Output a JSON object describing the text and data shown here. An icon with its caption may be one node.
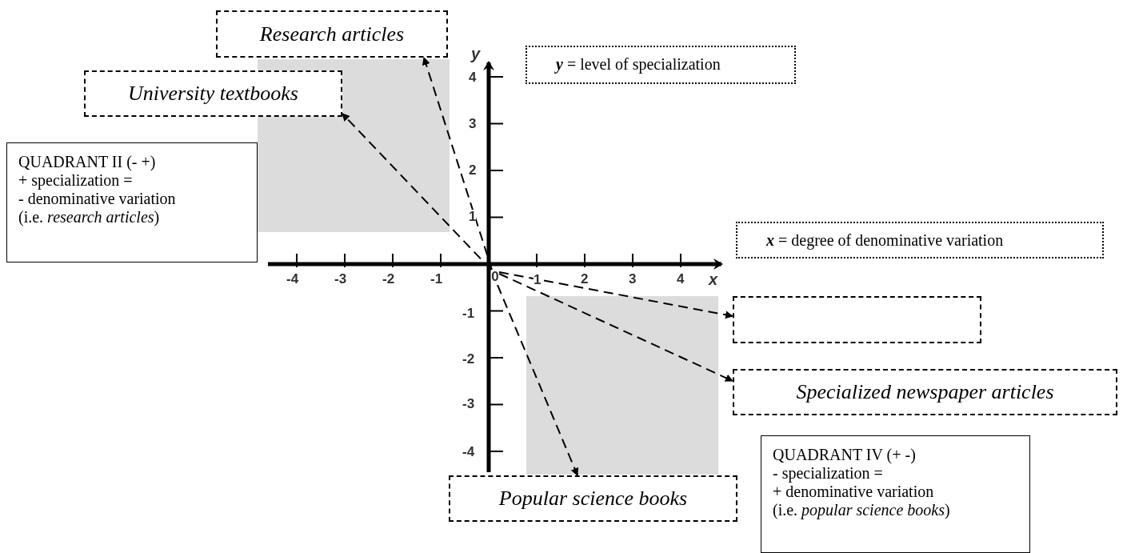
{
  "diagram": {
    "nodes": [
      {
        "text": [
          "Research articles"
        ]
      },
      {
        "text": [
          "University textbooks"
        ]
      },
      {
        "text": [
          "**y** = level of specialization"
        ]
      },
      {
        "text": [
          "QUADRANT II (- +)",
          "+ specialization =",
          "- denominative variation",
          "(i.e. *research articles*)"
        ]
      },
      {
        "text": [
          "**x** = degree of denominative variation"
        ]
      },
      {
        "text": [],
        "shape": "box"
      },
      {
        "text": [
          "Specialized newspaper articles"
        ]
      },
      {
        "text": [
          "Popular science books"
        ]
      },
      {
        "text": [
          "QUADRANT IV (+ -)",
          "- specialization =",
          "+ denominative variation",
          "(i.e. *popular science books*)"
        ]
      },
      {
        "text": [
          "0"
        ]
      }
    ],
    "edges": [
      {
        "from": 9,
        "to": 1,
        "arrow": "to",
        "style": "dashed"
      },
      {
        "from": 9,
        "to": 0,
        "arrow": "to",
        "style": "dashed"
      },
      {
        "from": 9,
        "to": 5,
        "arrow": "to",
        "style": "dashed"
      },
      {
        "from": 9,
        "to": 6,
        "arrow": "to",
        "style": "dashed"
      },
      {
        "from": 9,
        "to": 7,
        "arrow": "to",
        "style": "dashed"
      }
    ],
    "labels": [
      "y",
      "4",
      "3",
      "2",
      "1",
      "-4",
      "-3",
      "-2",
      "-1",
      "1",
      "2",
      "3",
      "4",
      "x",
      "-1",
      "-2",
      "-3",
      "-4"
    ]
  }
}
